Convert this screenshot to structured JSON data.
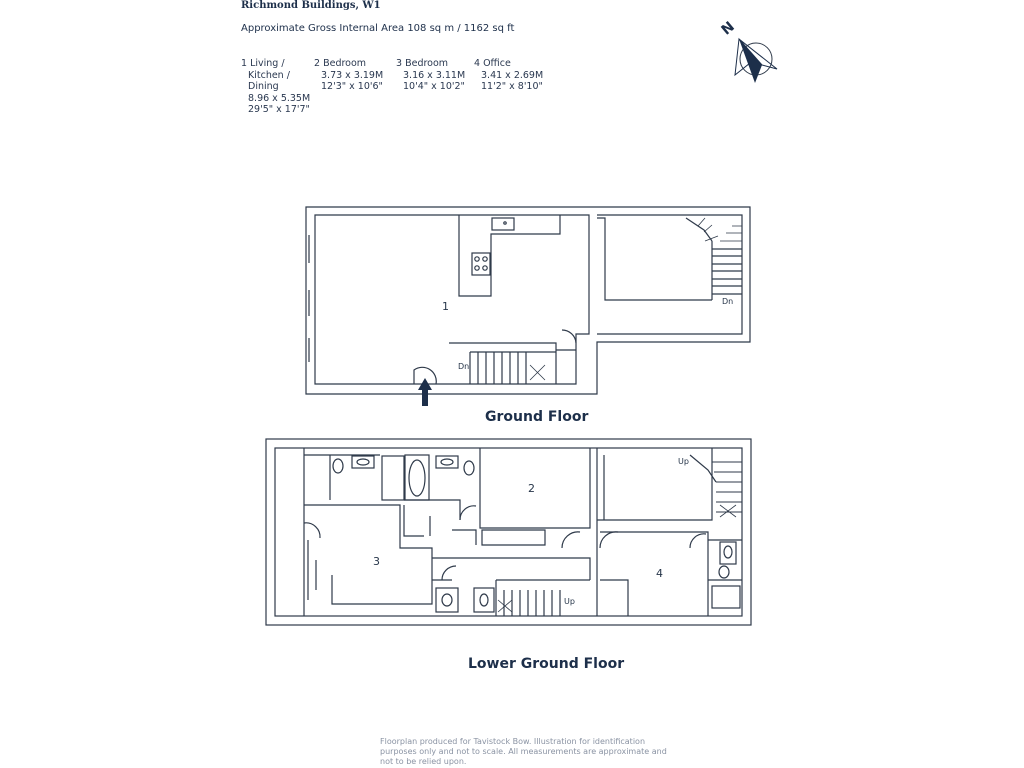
{
  "header": {
    "title": "Richmond Buildings, W1",
    "area": "Approximate Gross Internal Area 108 sq m / 1162 sq ft"
  },
  "rooms": [
    {
      "num": "1",
      "name_lines": [
        "Living /",
        "Kitchen /",
        "Dining"
      ],
      "metric": "8.96 x 5.35M",
      "imperial": "29'5\" x 17'7\""
    },
    {
      "num": "2",
      "name_lines": [
        "Bedroom"
      ],
      "metric": "3.73 x 3.19M",
      "imperial": "12'3\" x 10'6\""
    },
    {
      "num": "3",
      "name_lines": [
        "Bedroom"
      ],
      "metric": "3.16 x 3.11M",
      "imperial": "10'4\" x 10'2\""
    },
    {
      "num": "4",
      "name_lines": [
        "Office"
      ],
      "metric": "3.41 x 2.69M",
      "imperial": "11'2\" x 8'10\""
    }
  ],
  "compass": {
    "label": "N"
  },
  "ground_floor": {
    "label": "Ground Floor",
    "room_number": "1",
    "stair_labels": [
      "Dn",
      "Dn"
    ]
  },
  "lower_ground_floor": {
    "label": "Lower Ground Floor",
    "room_numbers": [
      "2",
      "3",
      "4"
    ],
    "stair_labels": [
      "Up",
      "Up"
    ]
  },
  "disclaimer": "Floorplan produced for Tavistock Bow. Illustration for identification purposes only and not to scale. All measurements are approximate and not to be relied upon.",
  "colors": {
    "ink": "#1d2f4a",
    "wall": "#2f3a4a",
    "muted": "#8a93a3"
  }
}
